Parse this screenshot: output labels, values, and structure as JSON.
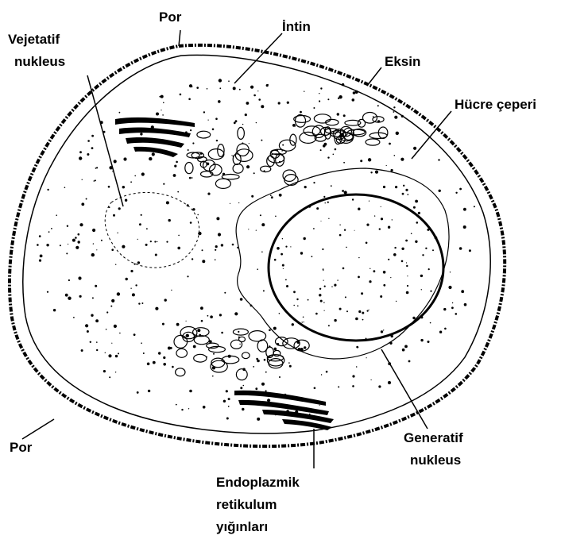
{
  "labels": {
    "por_top": "Por",
    "intin": "İntin",
    "vejetatif_line1": "Vejetatif",
    "vejetatif_line2": "nukleus",
    "eksin": "Eksin",
    "hucre_ceperi": "Hücre çeperi",
    "por_bottom": "Por",
    "generatif_line1": "Generatif",
    "generatif_line2": "nukleus",
    "endo_line1": "Endoplazmik",
    "endo_line2": "retikulum",
    "endo_line3": "yığınları"
  },
  "colors": {
    "ink": "#000000",
    "paper": "#ffffff"
  }
}
